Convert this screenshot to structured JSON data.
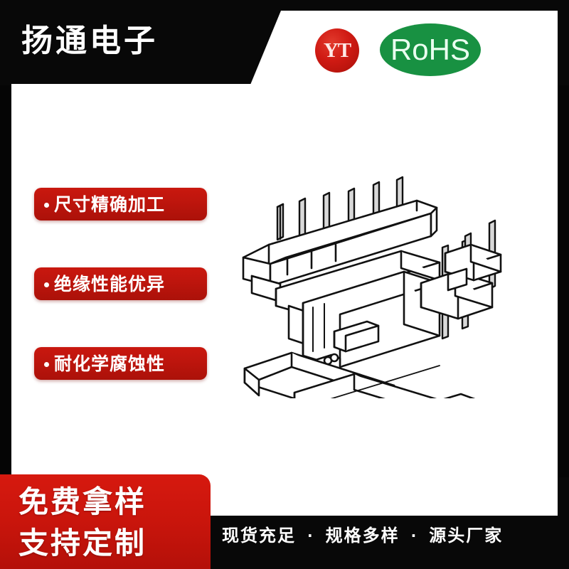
{
  "header": {
    "brand_name": "扬通电子",
    "yt_logo_text": "YT",
    "rohs_logo_text": "RoHS",
    "yt_logo_color": "#cf1a13",
    "rohs_logo_color": "#189142",
    "background_color": "#080808"
  },
  "features": {
    "items": [
      {
        "bullet": "•",
        "label": "尺寸精确加工"
      },
      {
        "bullet": "•",
        "label": "绝缘性能优异"
      },
      {
        "bullet": "•",
        "label": "耐化学腐蚀性"
      }
    ],
    "badge_color": "#c41a13",
    "text_color": "#ffffff"
  },
  "product": {
    "name": "transformer-bobbin-line-drawing",
    "pin_count_back_row": 6,
    "pin_count_right_block": 2,
    "line_color": "#111111",
    "fill_color": "#ffffff"
  },
  "footer": {
    "promo_line_1": "免费拿样",
    "promo_line_2": "支持定制",
    "promo_color": "#c9150c",
    "tagline_items": [
      "现货充足",
      "规格多样",
      "源头厂家"
    ],
    "tagline_separator": "·",
    "background_color": "#080808"
  }
}
